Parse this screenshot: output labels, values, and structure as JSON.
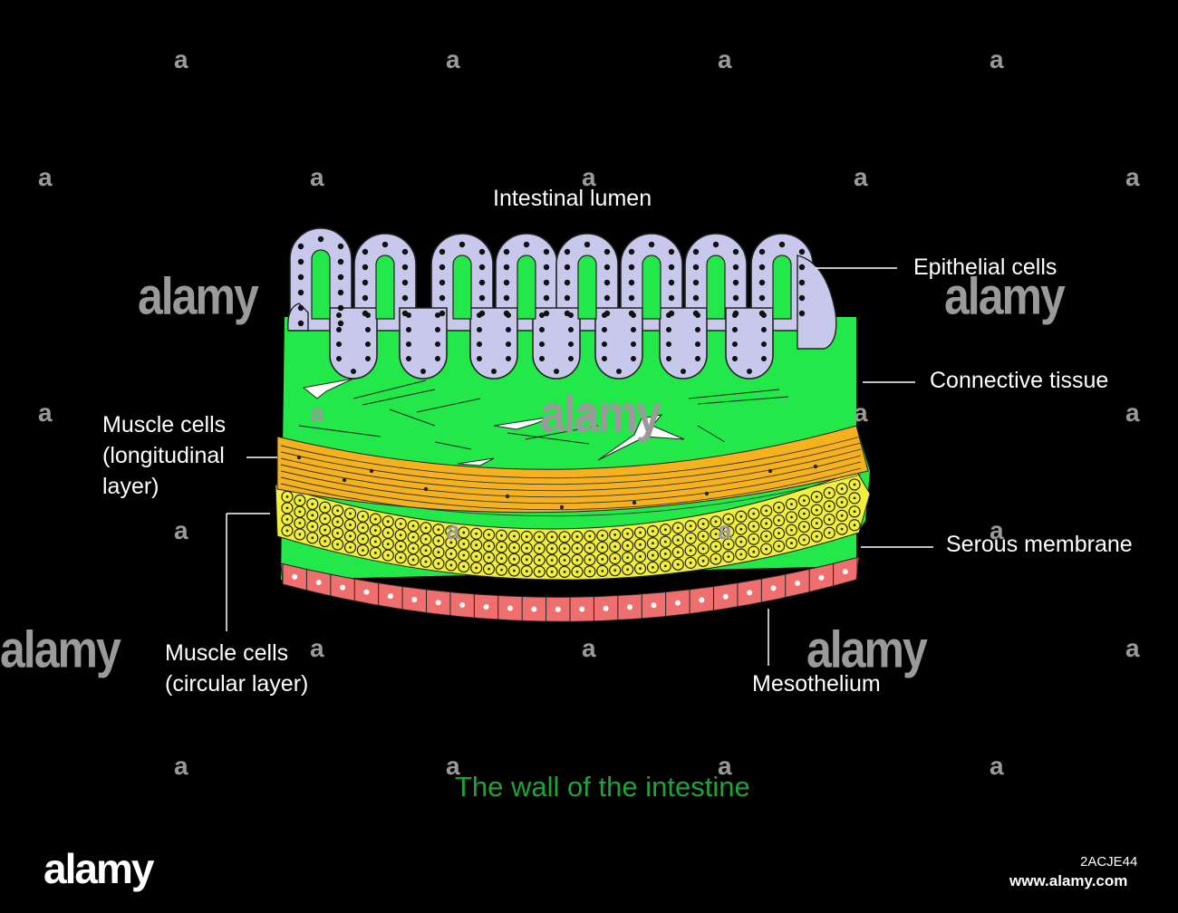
{
  "labels": {
    "lumen": "Intestinal lumen",
    "epithelial": "Epithelial cells",
    "connective": "Connective tissue",
    "muscle_long_1": "Muscle cells",
    "muscle_long_2": "(longitudinal",
    "muscle_long_3": "layer)",
    "serous": "Serous membrane",
    "muscle_circ_1": "Muscle cells",
    "muscle_circ_2": "(circular layer)",
    "mesothelium": "Mesothelium"
  },
  "title": "The wall of the intestine",
  "watermark": {
    "letter": "a",
    "word": "alamy"
  },
  "branding": {
    "logo": "alamy",
    "image_id": "2ACJE44",
    "url": "www.alamy.com"
  },
  "colors": {
    "background": "#000000",
    "epithelium": "#c8c8ec",
    "connective_tissue": "#22e84a",
    "longitudinal_muscle": "#f5b21e",
    "circular_muscle": "#f2ef3a",
    "mesothelium": "#ef6f6f",
    "title_green": "#1ea33a",
    "watermark_grey": "#9a9a9a"
  }
}
